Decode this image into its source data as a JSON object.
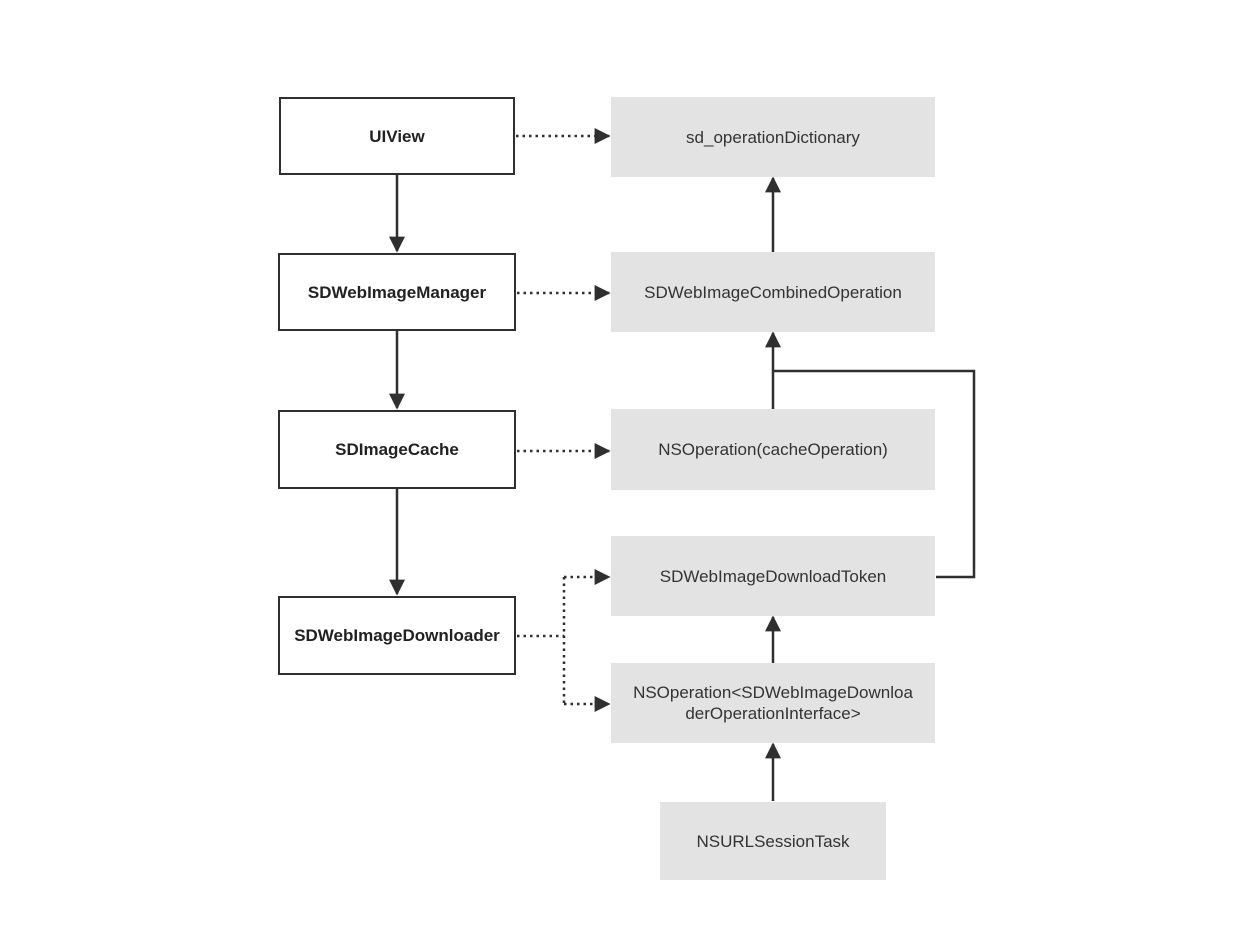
{
  "diagram": {
    "nodes": {
      "uiview": "UIView",
      "manager": "SDWebImageManager",
      "cache": "SDImageCache",
      "downloader": "SDWebImageDownloader",
      "op_dict": "sd_operationDictionary",
      "combined_op": "SDWebImageCombinedOperation",
      "cache_op": "NSOperation(cacheOperation)",
      "download_token": "SDWebImageDownloadToken",
      "download_op_line1": "NSOperation<SDWebImageDownloa",
      "download_op_line2": "derOperationInterface>",
      "session_task": "NSURLSessionTask"
    },
    "colors": {
      "stroke": "#2f2f2f",
      "gray_fill": "#e3e3e3",
      "white_fill": "#ffffff"
    }
  }
}
